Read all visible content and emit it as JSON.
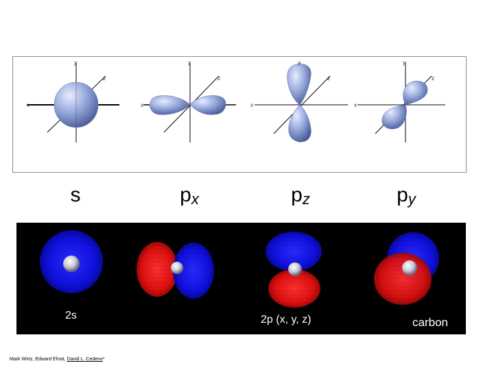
{
  "axis_labels": {
    "x": "x",
    "y": "y",
    "z": "z"
  },
  "orbitals": [
    {
      "name": "s",
      "sub": ""
    },
    {
      "name": "p",
      "sub": "x"
    },
    {
      "name": "p",
      "sub": "z"
    },
    {
      "name": "p",
      "sub": "y"
    }
  ],
  "captions": {
    "s2": "2s",
    "p2": "2p (x, y, z)",
    "carbon": "carbon"
  },
  "credit": {
    "authors": "Mark Wirtz, Edward Ehrat, ",
    "link": "David L. Cedeno",
    "tail": "*"
  },
  "colors": {
    "lobe": "#8c9bd3",
    "blue_cloud": "#1a1aff",
    "red_cloud": "#ff1a1a",
    "background_dark": "#000000"
  }
}
